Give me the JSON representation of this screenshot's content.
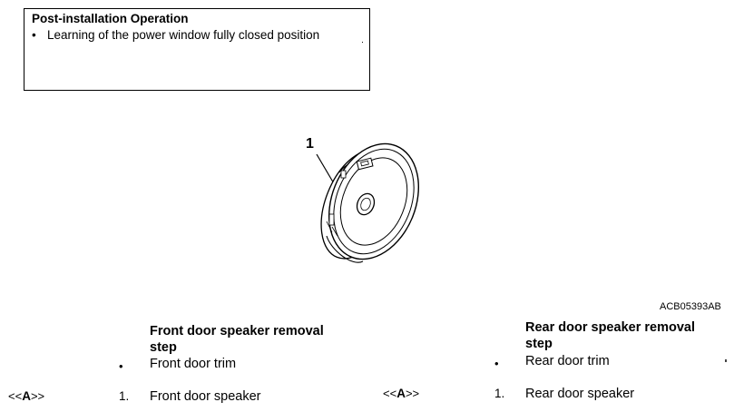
{
  "post_installation": {
    "title": "Post-installation Operation",
    "bullet": "•",
    "item": "Learning of the power window fully closed position"
  },
  "figure": {
    "callout": "1",
    "code": "ACB05393AB"
  },
  "front": {
    "title": "Front door speaker removal step",
    "bullet": "•",
    "trim": "Front door trim",
    "ref_prefix": "<<",
    "ref_letter": "A",
    "ref_suffix": ">>",
    "number": "1.",
    "speaker": "Front door speaker"
  },
  "rear": {
    "title": "Rear door speaker removal step",
    "bullet": "•",
    "trim": "Rear door trim",
    "ref_prefix": "<<",
    "ref_letter": "A",
    "ref_suffix": ">>",
    "number": "1.",
    "speaker": "Rear door speaker"
  }
}
